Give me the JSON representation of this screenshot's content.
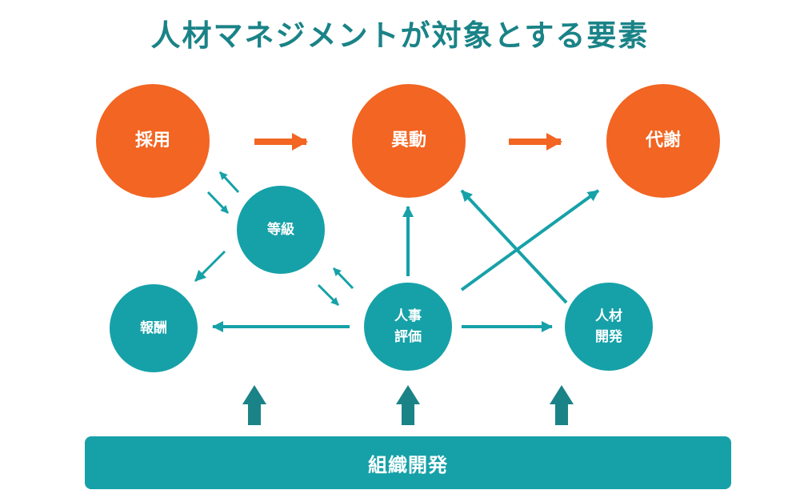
{
  "title": "人材マネジメントが対象とする要素",
  "colors": {
    "orange": "#f26522",
    "teal": "#16a1a8",
    "title": "#1a8387"
  },
  "nodes": {
    "recruitment": "採用",
    "transfer": "異動",
    "metabolism": "代謝",
    "grade": "等級",
    "compensation": "報酬",
    "evaluation": "人事\n評価",
    "development": "人材\n開発"
  },
  "bar": {
    "label": "組織開発"
  }
}
